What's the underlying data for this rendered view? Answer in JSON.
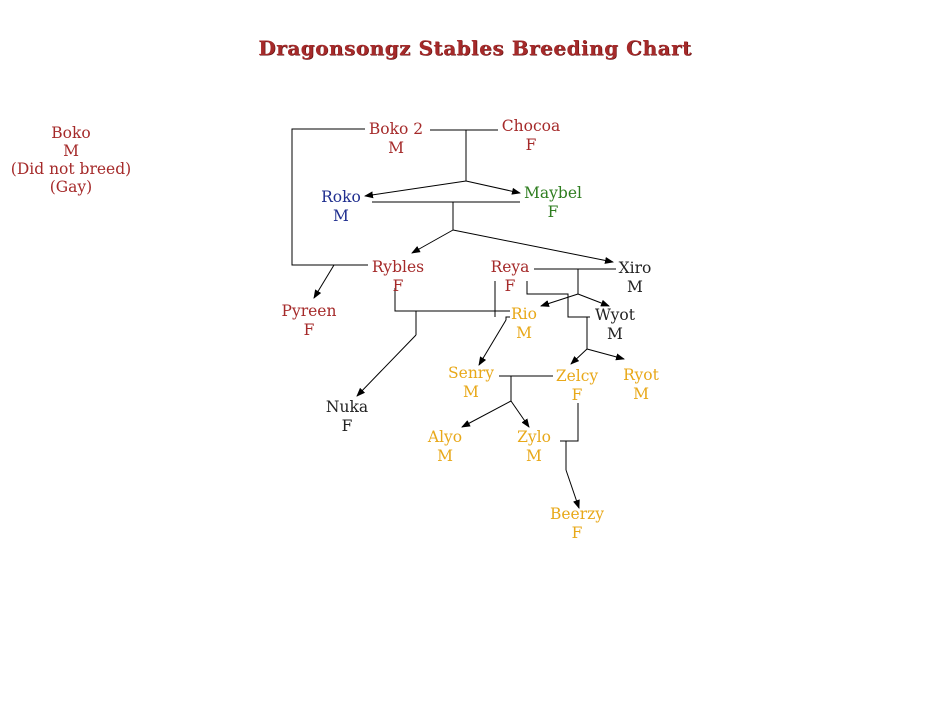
{
  "title": "Dragonsongz Stables Breeding Chart",
  "colors": {
    "red": "#a52a2a",
    "blue": "#1f2e8f",
    "green": "#2e7d1f",
    "black": "#222222",
    "gold": "#e8a819",
    "line": "#000000"
  },
  "animals": {
    "boko": {
      "name": "Boko",
      "sex": "M",
      "note1": "(Did not breed)",
      "note2": "(Gay)",
      "color": "red"
    },
    "boko2": {
      "name": "Boko 2",
      "sex": "M",
      "color": "red"
    },
    "chocoa": {
      "name": "Chocoa",
      "sex": "F",
      "color": "red"
    },
    "roko": {
      "name": "Roko",
      "sex": "M",
      "color": "blue"
    },
    "maybel": {
      "name": "Maybel",
      "sex": "F",
      "color": "green"
    },
    "rybles": {
      "name": "Rybles",
      "sex": "F",
      "color": "red"
    },
    "reya": {
      "name": "Reya",
      "sex": "F",
      "color": "red"
    },
    "xiro": {
      "name": "Xiro",
      "sex": "M",
      "color": "black"
    },
    "pyreen": {
      "name": "Pyreen",
      "sex": "F",
      "color": "red"
    },
    "rio": {
      "name": "Rio",
      "sex": "M",
      "color": "gold"
    },
    "wyot": {
      "name": "Wyot",
      "sex": "M",
      "color": "black"
    },
    "senry": {
      "name": "Senry",
      "sex": "M",
      "color": "gold"
    },
    "zelcy": {
      "name": "Zelcy",
      "sex": "F",
      "color": "gold"
    },
    "ryot": {
      "name": "Ryot",
      "sex": "M",
      "color": "gold"
    },
    "nuka": {
      "name": "Nuka",
      "sex": "F",
      "color": "black"
    },
    "alyo": {
      "name": "Alyo",
      "sex": "M",
      "color": "gold"
    },
    "zylo": {
      "name": "Zylo",
      "sex": "M",
      "color": "gold"
    },
    "beerzy": {
      "name": "Beerzy",
      "sex": "F",
      "color": "gold"
    }
  }
}
